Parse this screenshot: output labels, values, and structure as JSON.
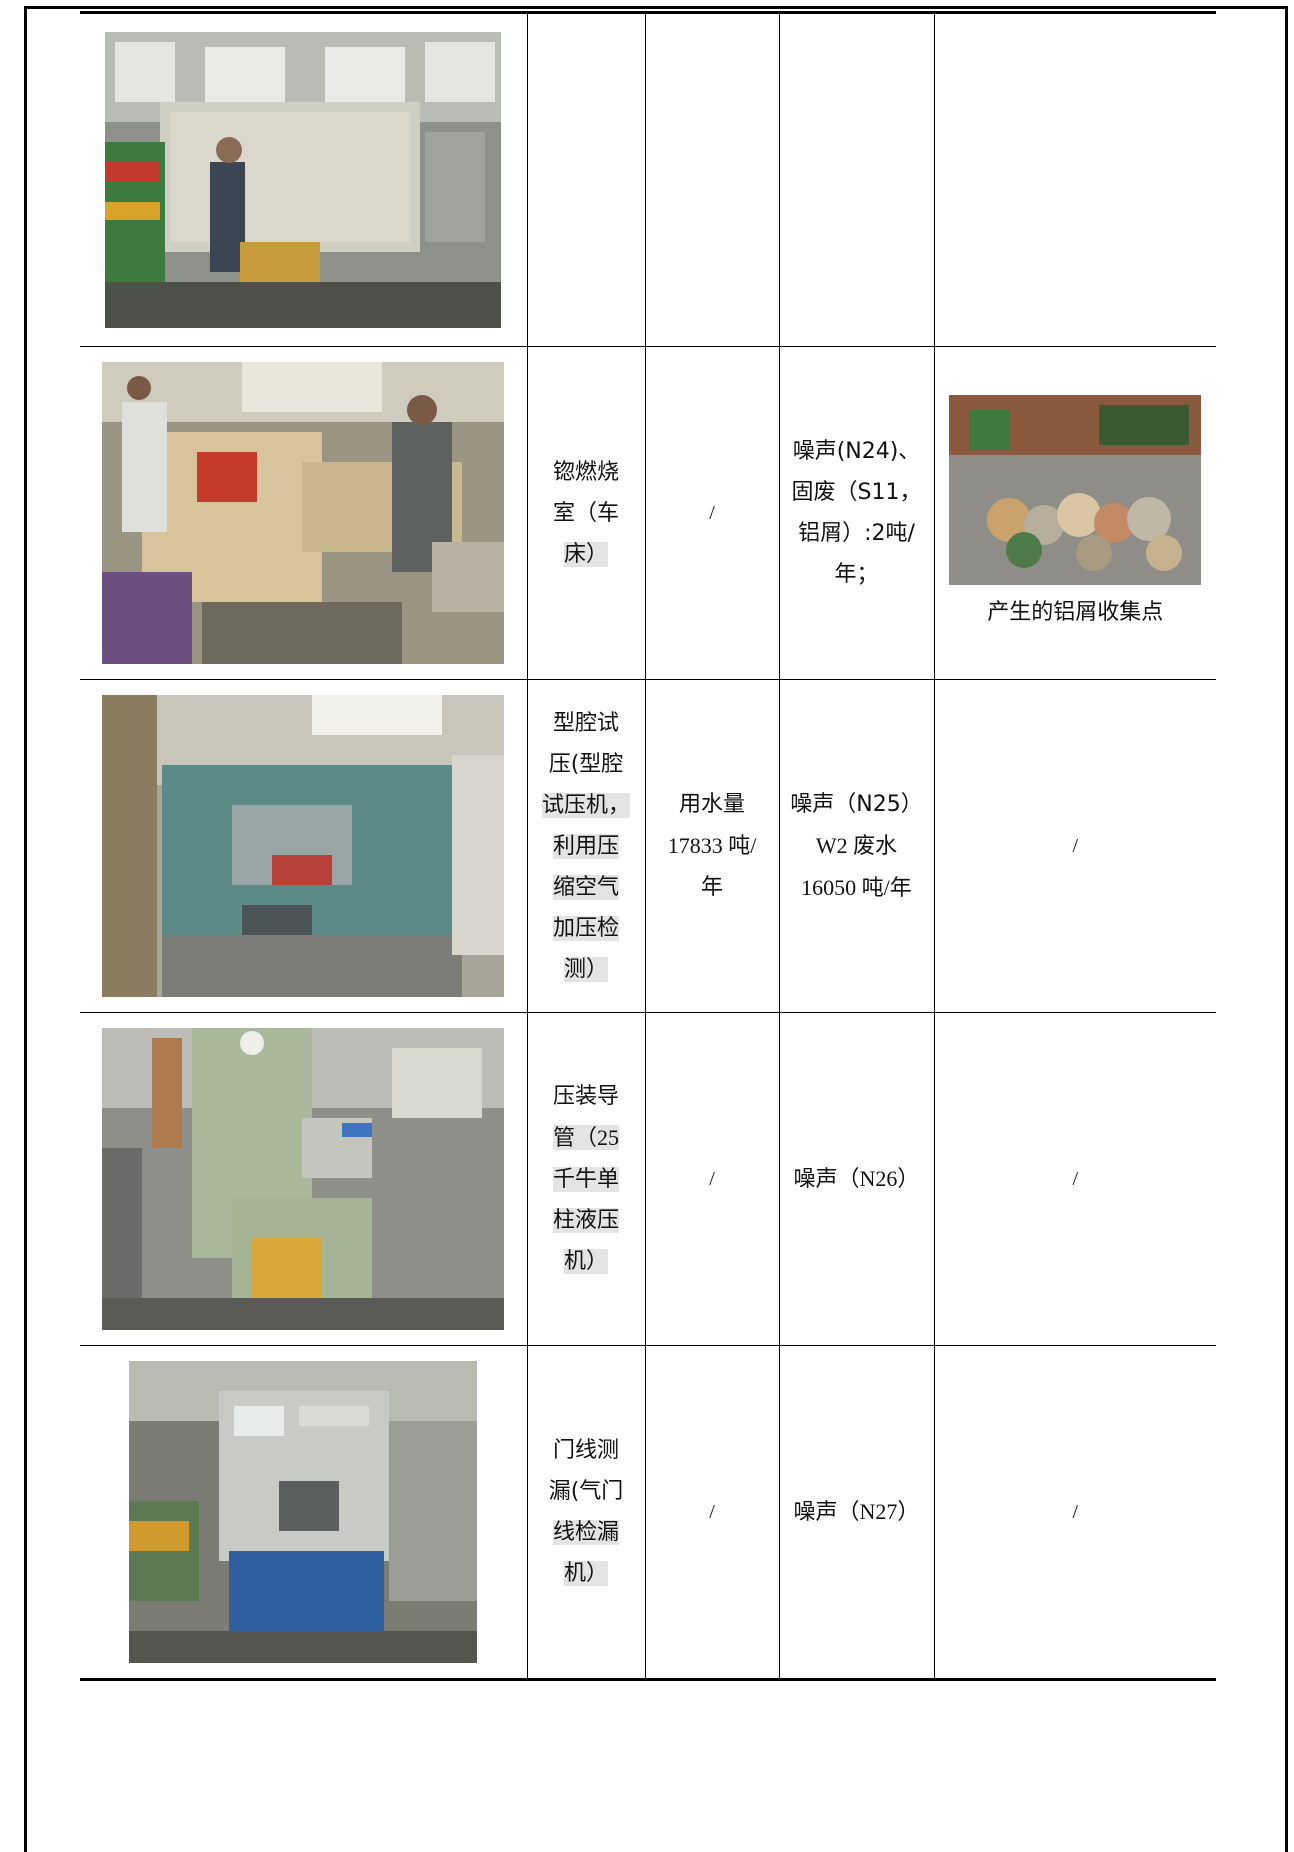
{
  "rows": [
    {
      "process_lines": [],
      "water": "/",
      "pollutant_lines": [],
      "measure": "",
      "measure_caption": ""
    },
    {
      "process_lines": [
        "锪燃烧",
        "室（车",
        "床）"
      ],
      "water": "/",
      "pollutant_lines": [
        "噪声(N24)、",
        "固废（S11，",
        "铝屑）:2吨/",
        "年；"
      ],
      "measure": "photo",
      "measure_caption": "产生的铝屑收集点"
    },
    {
      "process_lines": [
        "型腔试",
        "压(型腔",
        "试压机，",
        "利用压",
        "缩空气",
        "加压检",
        "测）"
      ],
      "water_lines": [
        "用水量",
        "17833 吨/",
        "年"
      ],
      "pollutant_lines": [
        "噪声（N25）",
        "W2 废水",
        "16050 吨/年"
      ],
      "measure": "/",
      "measure_caption": ""
    },
    {
      "process_lines": [
        "压装导",
        "管（25",
        "千牛单",
        "柱液压",
        "机）"
      ],
      "water": "/",
      "pollutant_lines": [
        "噪声（N26）"
      ],
      "measure": "/",
      "measure_caption": ""
    },
    {
      "process_lines": [
        "门线测",
        "漏(气门",
        "线检漏",
        "机）"
      ],
      "water": "/",
      "pollutant_lines": [
        "噪声（N27）"
      ],
      "measure": "/",
      "measure_caption": ""
    }
  ],
  "icons": {
    "photo-1": "cnc-machine-photo",
    "photo-2": "lathe-photo",
    "photo-3": "cavity-pressure-test-photo",
    "photo-4": "hydraulic-press-photo",
    "photo-5": "leak-tester-photo",
    "waste": "aluminum-chip-collection-photo"
  }
}
